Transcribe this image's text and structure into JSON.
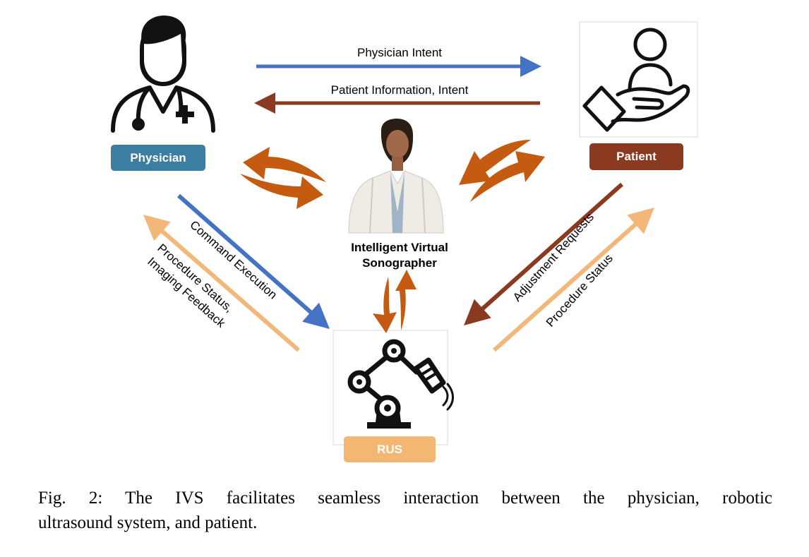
{
  "nodes": {
    "physician": {
      "label": "Physician",
      "color": "#3b7ea1"
    },
    "patient": {
      "label": "Patient",
      "color": "#8b3a22"
    },
    "rus": {
      "label": "RUS",
      "color": "#f3b774"
    },
    "ivs": {
      "line1": "Intelligent Virtual",
      "line2": "Sonographer"
    }
  },
  "flows": {
    "physician_intent": "Physician Intent",
    "patient_information": "Patient Information, Intent",
    "command_execution": "Command Execution",
    "procedure_status_left_line1": "Procedure Status,",
    "procedure_status_left_line2": "Imaging Feedback",
    "adjustment_requests": "Adjustment Requests",
    "procedure_status_right": "Procedure Status"
  },
  "colors": {
    "blue_arrow": "#4472c4",
    "red_arrow": "#8b3a22",
    "orange_arrow": "#c55a11",
    "light_orange_arrow": "#f4b77a"
  },
  "caption": {
    "line1": "Fig. 2: The IVS facilitates seamless interaction between the physician, robotic",
    "line2": "ultrasound system, and patient."
  }
}
